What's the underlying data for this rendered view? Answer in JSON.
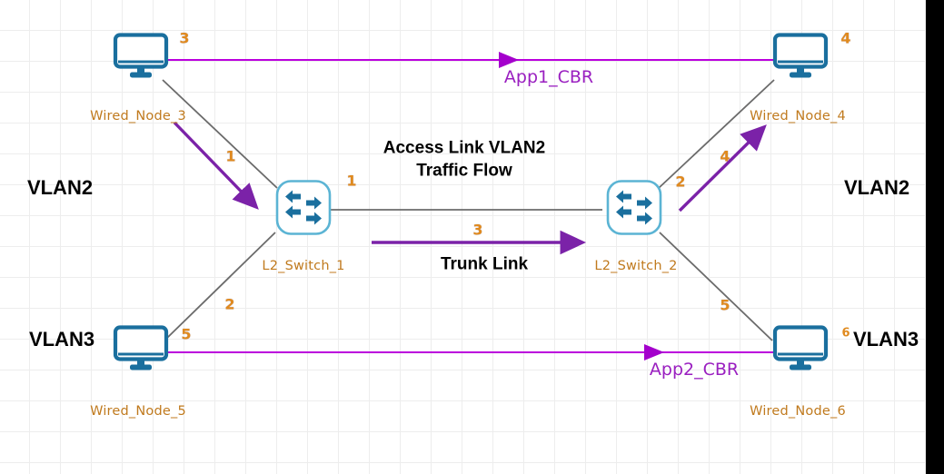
{
  "diagram": {
    "title_labels": {
      "access_flow_line1": "Access Link VLAN2",
      "access_flow_line2": "Traffic Flow",
      "trunk_link": "Trunk Link"
    },
    "applications": [
      {
        "id": "app1",
        "label": "App1_CBR",
        "color": "#9a1fc0"
      },
      {
        "id": "app2",
        "label": "App2_CBR",
        "color": "#9a1fc0"
      }
    ],
    "vlan_tags": [
      {
        "id": "vlan2-left",
        "label": "VLAN2"
      },
      {
        "id": "vlan2-right",
        "label": "VLAN2"
      },
      {
        "id": "vlan3-left",
        "label": "VLAN3"
      },
      {
        "id": "vlan3-right",
        "label": "VLAN3"
      }
    ],
    "nodes": [
      {
        "id": "node3",
        "label": "Wired_Node_3",
        "type": "wired-node",
        "device_number": "3"
      },
      {
        "id": "node4",
        "label": "Wired_Node_4",
        "type": "wired-node",
        "device_number": "4"
      },
      {
        "id": "node5",
        "label": "Wired_Node_5",
        "type": "wired-node",
        "device_number": "5"
      },
      {
        "id": "node6",
        "label": "Wired_Node_6",
        "type": "wired-node",
        "device_number": "6"
      },
      {
        "id": "switch1",
        "label": "L2_Switch_1",
        "type": "l2-switch"
      },
      {
        "id": "switch2",
        "label": "L2_Switch_2",
        "type": "l2-switch"
      }
    ],
    "link_port_numbers": [
      {
        "id": "p-node3-sw1",
        "label": "1"
      },
      {
        "id": "p-sw1-right",
        "label": "1"
      },
      {
        "id": "p-node5-sw1-lower",
        "label": "2"
      },
      {
        "id": "p-node5-port",
        "label": "5"
      },
      {
        "id": "p-trunk",
        "label": "3"
      },
      {
        "id": "p-sw2-node4",
        "label": "2"
      },
      {
        "id": "p-node4-arrow",
        "label": "4"
      },
      {
        "id": "p-sw2-node6",
        "label": "5"
      }
    ],
    "colors": {
      "device_stroke": "#1a6f9e",
      "switch_border": "#5bb4d4",
      "link_line": "#6b6b6b",
      "flow_arrow": "#7b22a8",
      "app_line": "#bb00dd",
      "label_text": "#c07a1e",
      "grid_minor": "#ededed",
      "grid_major": "#d8d8d8",
      "canvas_bg": "#ffffff"
    }
  }
}
